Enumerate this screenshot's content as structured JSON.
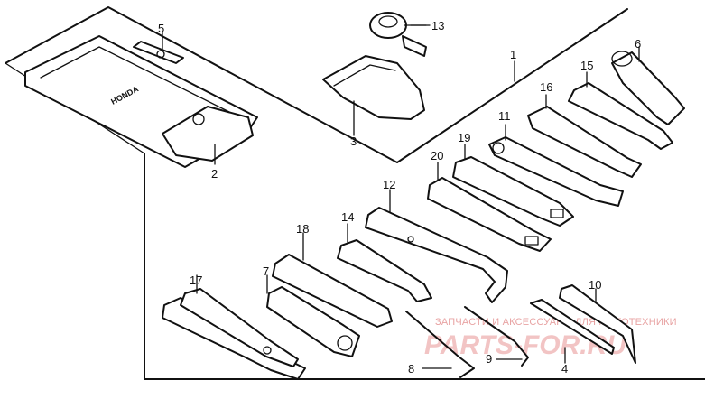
{
  "callouts": {
    "c2": "2",
    "c3": "3",
    "c4": "4",
    "c5": "5",
    "c6": "6",
    "c7": "7",
    "c8": "8",
    "c9": "9",
    "c10": "10",
    "c11": "11",
    "c12": "12",
    "c13": "13",
    "c14": "14",
    "c15": "15",
    "c16": "16",
    "c17": "17",
    "c18": "18",
    "c19": "19",
    "c20": "20",
    "c1": "1"
  },
  "brand": {
    "pouch_label": "HONDA"
  },
  "watermark": {
    "caption": "ЗАПЧАСТИ И АКСЕССУАРЫ ДЛЯ МОТОТЕХНИКИ",
    "logo_text": "PARTS-FOR.RU"
  },
  "colors": {
    "ink": "#111111",
    "watermark": "#e8a3a3",
    "background": "#ffffff"
  }
}
